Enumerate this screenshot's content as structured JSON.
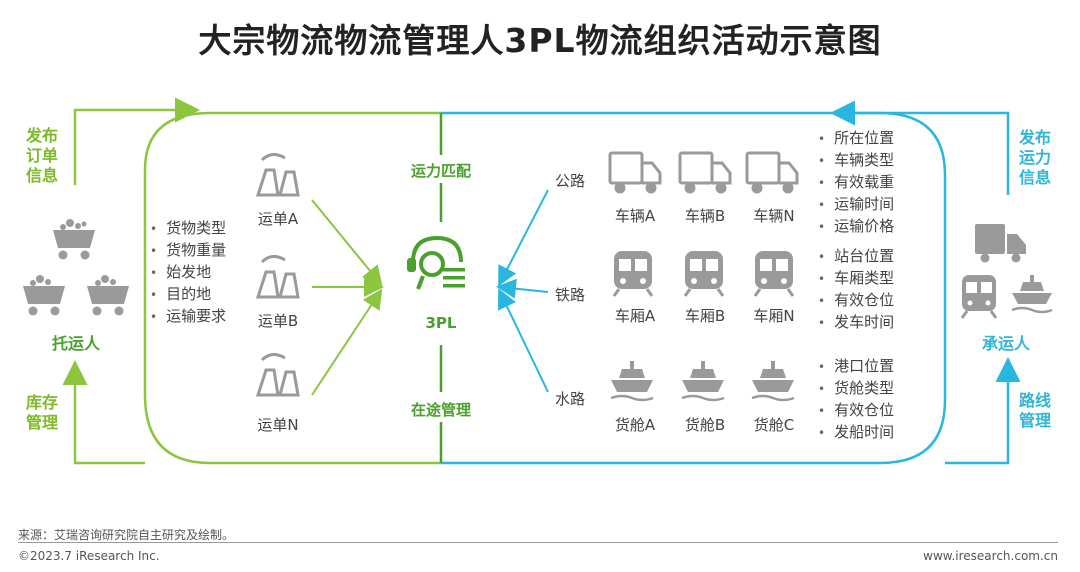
{
  "title": "大宗物流物流管理人3PL物流组织活动示意图",
  "left": {
    "top_label": "发布\n订单\n信息",
    "shipper_label": "托运人",
    "bottom_label": "库存\n管理",
    "order_attributes": [
      "货物类型",
      "货物重量",
      "始发地",
      "目的地",
      "运输要求"
    ],
    "orders": [
      "运单A",
      "运单B",
      "运单N"
    ]
  },
  "center": {
    "top_label": "运力匹配",
    "name": "3PL",
    "bottom_label": "在途管理"
  },
  "right": {
    "top_label": "发布\n运力\n信息",
    "carrier_label": "承运人",
    "bottom_label": "路线\n管理",
    "modes": [
      {
        "name": "公路",
        "units": [
          "车辆A",
          "车辆B",
          "车辆N"
        ],
        "attributes": [
          "所在位置",
          "车辆类型",
          "有效载重",
          "运输时间",
          "运输价格"
        ]
      },
      {
        "name": "铁路",
        "units": [
          "车厢A",
          "车厢B",
          "车厢N"
        ],
        "attributes": [
          "站台位置",
          "车厢类型",
          "有效仓位",
          "发车时间"
        ]
      },
      {
        "name": "水路",
        "units": [
          "货舱A",
          "货舱B",
          "货舱C"
        ],
        "attributes": [
          "港口位置",
          "货舱类型",
          "有效仓位",
          "发船时间"
        ]
      }
    ]
  },
  "footer": {
    "source": "来源：艾瑞咨询研究院自主研究及绘制。",
    "copyright": "©2023.7 iResearch Inc.",
    "website": "www.iresearch.com.cn"
  },
  "colors": {
    "green": "#8cc63f",
    "dark_green": "#4aa02c",
    "blue": "#29b6e0",
    "icon_gray": "#9a9a9a"
  }
}
